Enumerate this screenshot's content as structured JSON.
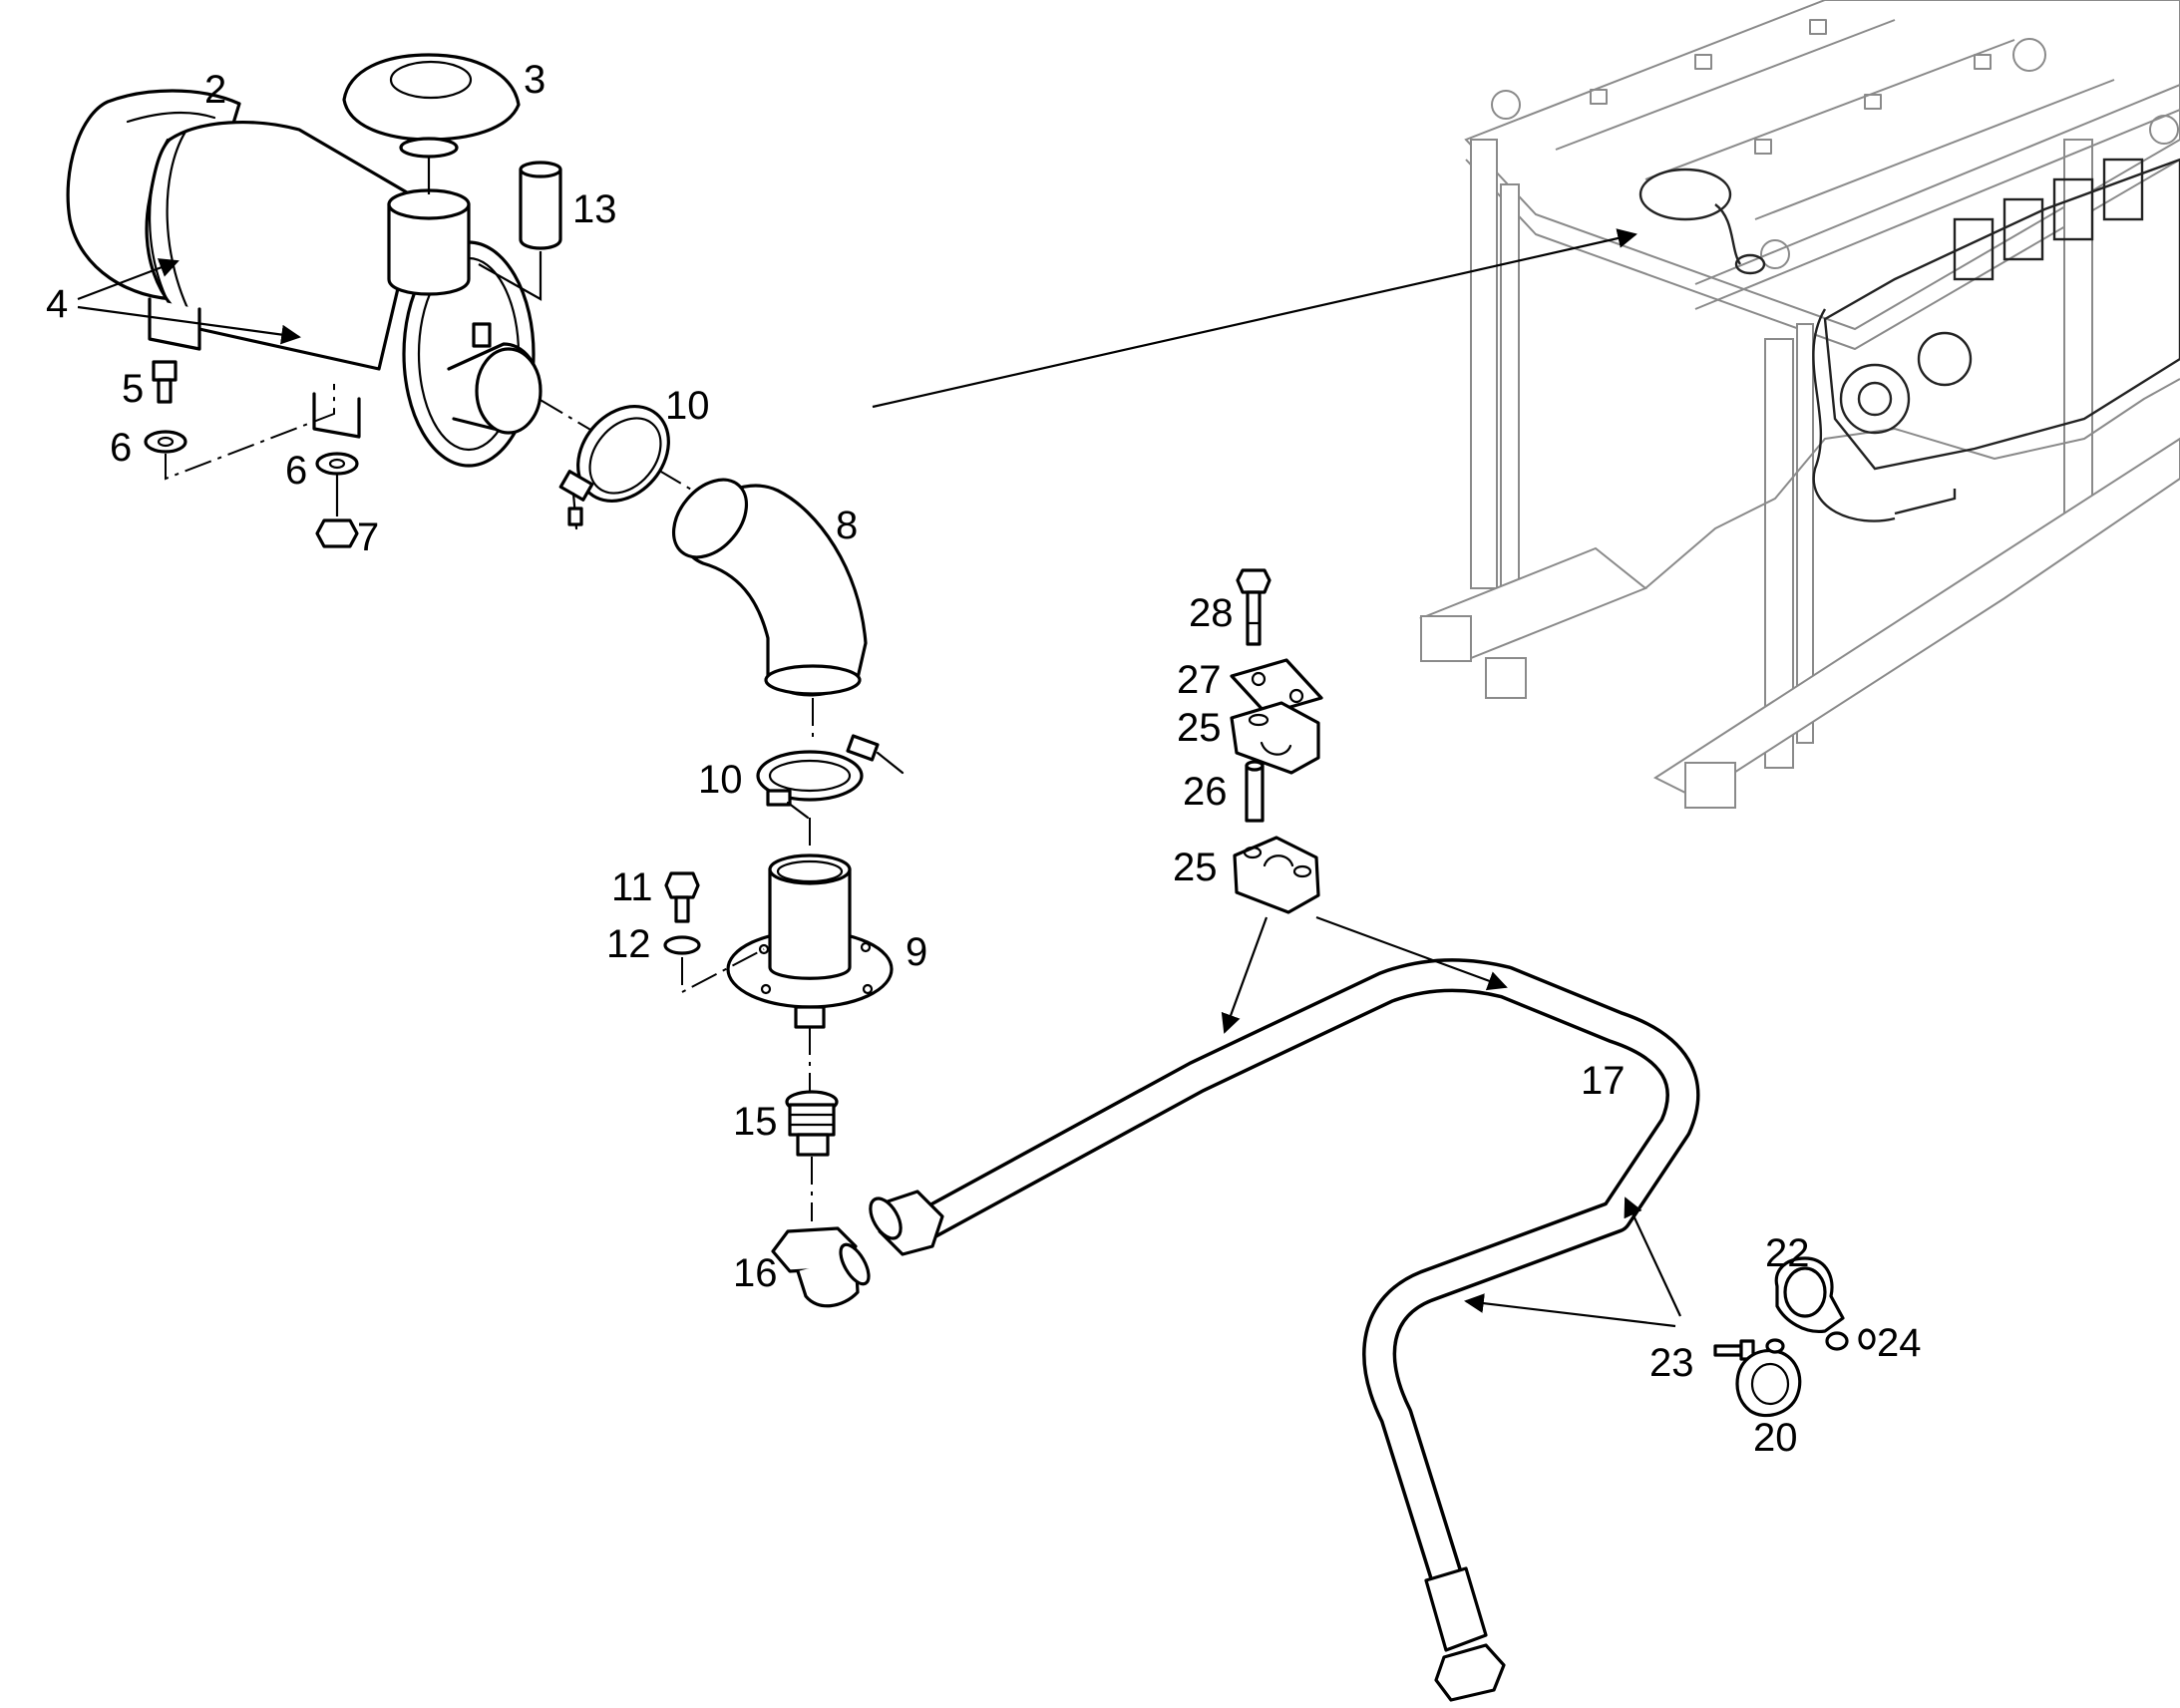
{
  "callouts": [
    {
      "id": "c2",
      "text": "2"
    },
    {
      "id": "c3",
      "text": "3"
    },
    {
      "id": "c13",
      "text": "13"
    },
    {
      "id": "c4",
      "text": "4"
    },
    {
      "id": "c5",
      "text": "5"
    },
    {
      "id": "c6a",
      "text": "6"
    },
    {
      "id": "c6b",
      "text": "6"
    },
    {
      "id": "c7",
      "text": "7"
    },
    {
      "id": "c10a",
      "text": "10"
    },
    {
      "id": "c8",
      "text": "8"
    },
    {
      "id": "c10b",
      "text": "10"
    },
    {
      "id": "c11",
      "text": "11"
    },
    {
      "id": "c12",
      "text": "12"
    },
    {
      "id": "c9",
      "text": "9"
    },
    {
      "id": "c15",
      "text": "15"
    },
    {
      "id": "c16",
      "text": "16"
    },
    {
      "id": "c28",
      "text": "28"
    },
    {
      "id": "c27",
      "text": "27"
    },
    {
      "id": "c25a",
      "text": "25"
    },
    {
      "id": "c26",
      "text": "26"
    },
    {
      "id": "c25b",
      "text": "25"
    },
    {
      "id": "c17",
      "text": "17"
    },
    {
      "id": "c22",
      "text": "22"
    },
    {
      "id": "c23",
      "text": "23"
    },
    {
      "id": "c24",
      "text": "24"
    },
    {
      "id": "c20",
      "text": "20"
    }
  ],
  "colors": {
    "line": "#000000",
    "frame": "#8a8a8a",
    "background": "#ffffff"
  }
}
